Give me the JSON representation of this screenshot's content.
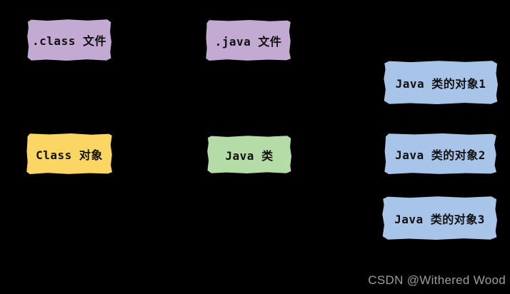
{
  "diagram": {
    "background": "#000000",
    "text_color": "#111111",
    "boxes": [
      {
        "id": "class-file",
        "label": ".class 文件",
        "fill": "#c3aad3"
      },
      {
        "id": "java-file",
        "label": ".java 文件",
        "fill": "#c3aad3"
      },
      {
        "id": "java-object-1",
        "label": "Java 类的对象1",
        "fill": "#a8c4e8"
      },
      {
        "id": "class-object",
        "label": "Class 对象",
        "fill": "#fcd664"
      },
      {
        "id": "java-class",
        "label": "Java 类",
        "fill": "#b5dba6"
      },
      {
        "id": "java-object-2",
        "label": "Java 类的对象2",
        "fill": "#a8c4e8"
      },
      {
        "id": "java-object-3",
        "label": "Java 类的对象3",
        "fill": "#a8c4e8"
      }
    ],
    "watermark": {
      "text": "CSDN @Withered Wood",
      "color": "#9c9c9c"
    }
  }
}
